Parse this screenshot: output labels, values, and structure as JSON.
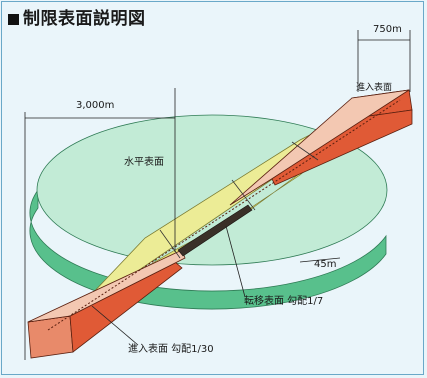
{
  "title": "制限表面説明図",
  "colors": {
    "background": "#eaf5fa",
    "horizontal_surface": "#c2ebd6",
    "horizontal_side": "#58c08c",
    "transitional_surface": "#ecec96",
    "approach_surface_top": "#f3c8b2",
    "approach_surface_side": "#e05a36",
    "runway": "#3a3028"
  },
  "labels": {
    "width": "750m",
    "radius": "3,000m",
    "horizontal_surface": "水平表面",
    "height": "45m",
    "approach_top": "進入表面",
    "transitional": "転移表面  勾配1/7",
    "approach_bottom": "進入表面  勾配1/30"
  }
}
